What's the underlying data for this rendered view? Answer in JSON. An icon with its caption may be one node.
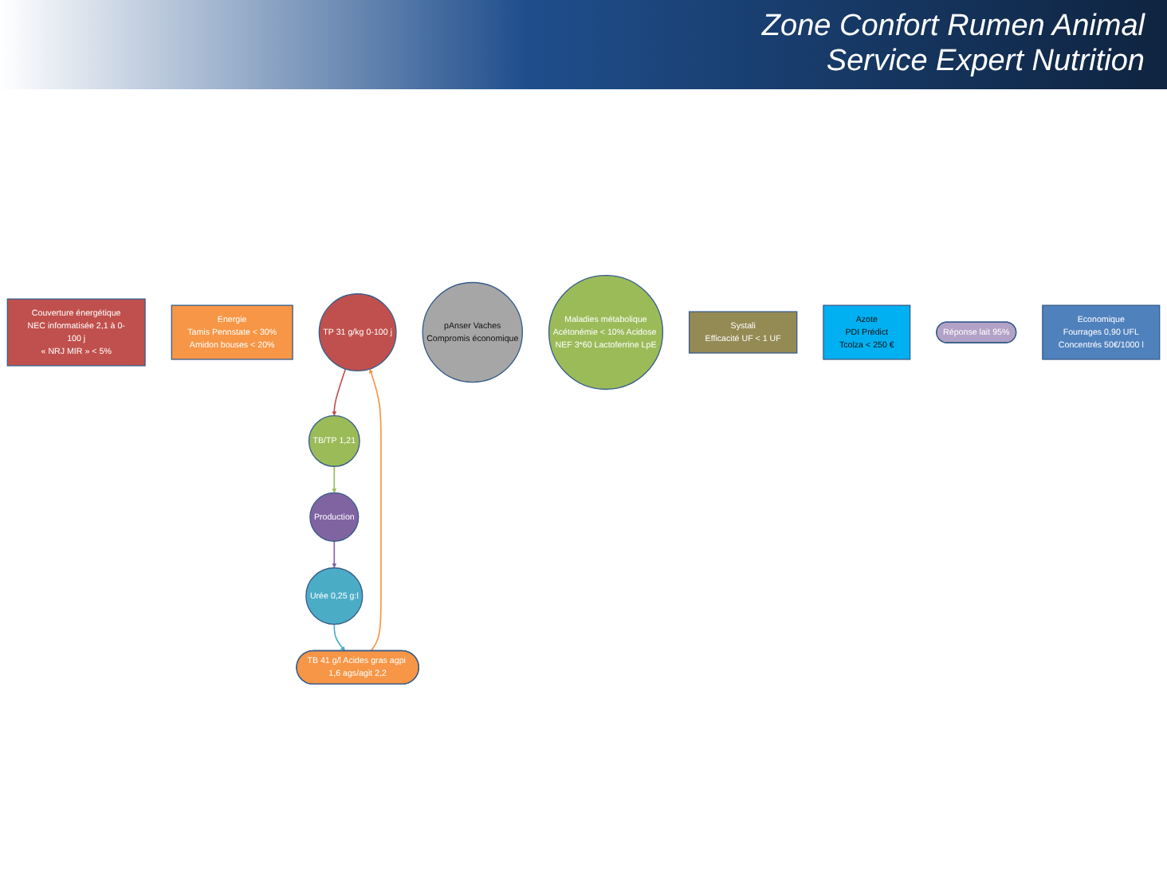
{
  "diagram": {
    "title": "Zone Confort Rumen Animal Service Expert Nutrition",
    "nodes": [
      {
        "text": [
          "Couverture énergétique",
          "NEC informatisée 2,1 à 0-100 j",
          "« NRJ MIR » < 5%"
        ]
      },
      {
        "text": [
          "Energie",
          "Tamis Pennstate < 30%",
          "Amidon bouses < 20%"
        ]
      },
      {
        "text": [
          "TP 31 g/kg 0-100 j"
        ]
      },
      {
        "text": [
          "TB 41 g/l Acides gras agpi 1,6 ags/agit 2,2"
        ]
      },
      {
        "text": [
          "pAnser Vaches",
          "Compromis économique"
        ]
      },
      {
        "text": [
          "TB/TP 1,21"
        ]
      },
      {
        "text": [
          "Maladies métabolique",
          "Acétonémie < 10% Acidose NEF 3*60 Lactoferrine LpE"
        ]
      },
      {
        "text": [
          "Systali",
          "Efficacité UF < 1 UF"
        ]
      },
      {
        "text": [
          "Urée 0,25 g:l"
        ]
      },
      {
        "text": [
          "Production"
        ]
      },
      {
        "text": [
          "Azote",
          "PDI Prédict",
          "Tcolza < 250 €"
        ]
      },
      {
        "text": [
          "Réponse lait 95%"
        ]
      },
      {
        "text": [
          "Economique",
          "Fourrages 0,90 UFL",
          "Concentrés 50€/1000 l"
        ]
      }
    ],
    "edges": [
      {
        "from": 3,
        "to": 2,
        "arrow": "to",
        "color": "#f79646"
      },
      {
        "from": 2,
        "to": 5,
        "arrow": "to",
        "color": "#c0504d"
      },
      {
        "from": 5,
        "to": 9,
        "arrow": "to",
        "color": "#9bbb59"
      },
      {
        "from": 9,
        "to": 8,
        "arrow": "to",
        "color": "#8064a2"
      },
      {
        "from": 8,
        "to": 3,
        "arrow": "to",
        "color": "#4bacc6"
      }
    ]
  }
}
